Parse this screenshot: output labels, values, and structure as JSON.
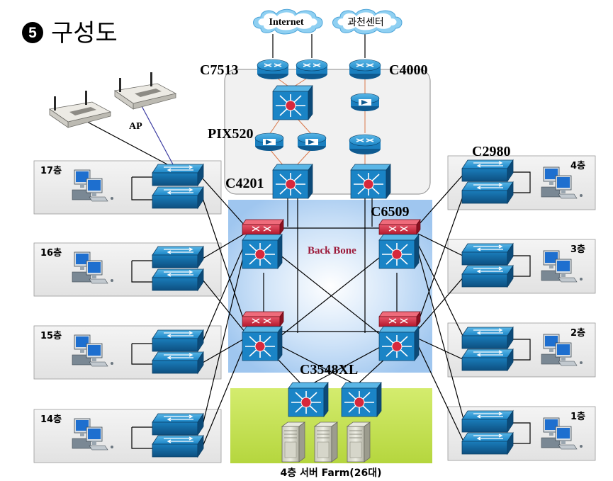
{
  "title": {
    "number": "5",
    "text": "구성도"
  },
  "clouds": {
    "internet": "Internet",
    "center": "과천센터"
  },
  "devices": {
    "c7513": "C7513",
    "c4000": "C4000",
    "pix520": "PIX520",
    "c4201": "C4201",
    "c6509": "C6509",
    "c2980": "C2980",
    "c3548xl": "C3548XL",
    "ap": "AP"
  },
  "backbone": "Back Bone",
  "floors": {
    "left": [
      "17층",
      "16층",
      "15층",
      "14층"
    ],
    "right": [
      "4층",
      "3층",
      "2층",
      "1층"
    ]
  },
  "server_farm": "4층 서버 Farm(26대)",
  "colors": {
    "backbone_blue": "#a9cdf2",
    "server_zone_green": "#b8d84a",
    "backbone_label": "#9c1a3a",
    "device_blue": "#1f7fc0",
    "core_red": "#c8283c"
  }
}
